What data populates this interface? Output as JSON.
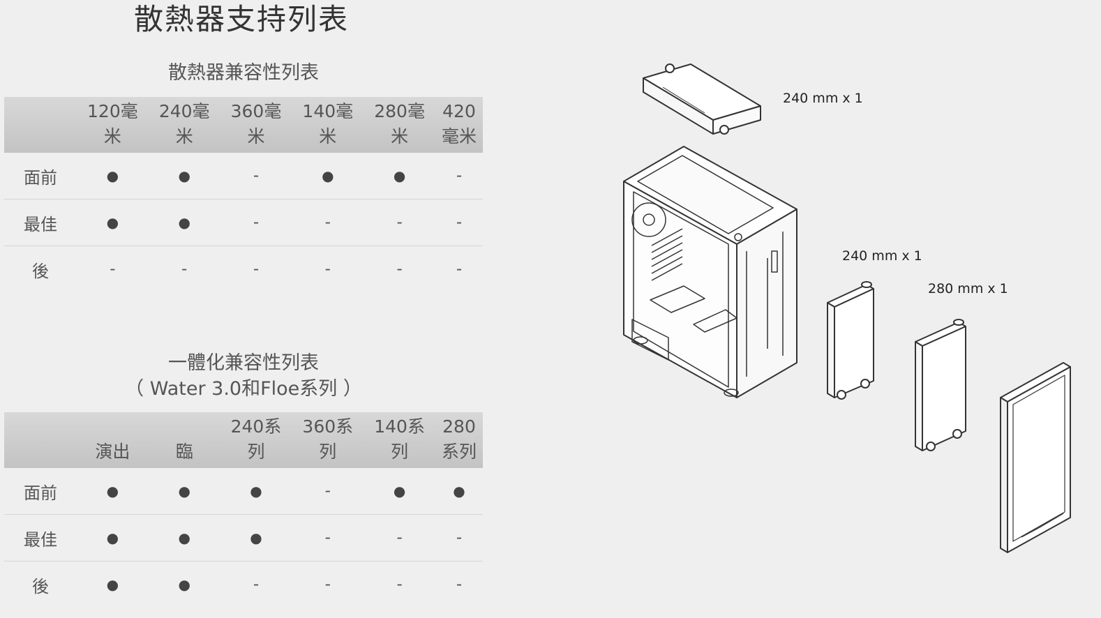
{
  "page_title": "散熱器支持列表",
  "radiator_table": {
    "title": "散熱器兼容性列表",
    "headers": [
      "",
      "120毫\n米",
      "240毫\n米",
      "360毫\n米",
      "140毫\n米",
      "280毫\n米",
      "420\n毫米"
    ],
    "rows": [
      {
        "label": "面前",
        "cells": [
          "●",
          "●",
          "-",
          "●",
          "●",
          "-"
        ]
      },
      {
        "label": "最佳",
        "cells": [
          "●",
          "●",
          "-",
          "-",
          "-",
          "-"
        ]
      },
      {
        "label": "後",
        "cells": [
          "-",
          "-",
          "-",
          "-",
          "-",
          "-"
        ]
      }
    ]
  },
  "aio_table": {
    "title_line1": "一體化兼容性列表",
    "title_line2": "（ Water 3.0和Floe系列 ）",
    "headers": [
      "",
      "演出",
      "臨",
      "240系\n列",
      "360系\n列",
      "140系\n列",
      "280\n系列"
    ],
    "rows": [
      {
        "label": "面前",
        "cells": [
          "●",
          "●",
          "●",
          "-",
          "●",
          "●"
        ]
      },
      {
        "label": "最佳",
        "cells": [
          "●",
          "●",
          "●",
          "-",
          "-",
          "-"
        ]
      },
      {
        "label": "後",
        "cells": [
          "●",
          "●",
          "-",
          "-",
          "-",
          "-"
        ]
      }
    ]
  },
  "illustration": {
    "top_radiator_label": "240 mm x 1",
    "front_radiator_label_1": "240 mm x 1",
    "front_radiator_label_2": "280 mm x 1"
  }
}
